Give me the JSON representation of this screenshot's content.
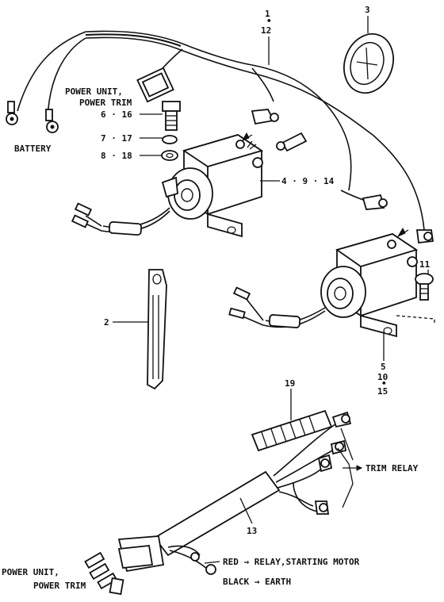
{
  "labels": {
    "power_unit_top": [
      "POWER UNIT,",
      "POWER TRIM"
    ],
    "battery": "BATTERY",
    "trim_relay": "TRIM RELAY",
    "red_wire": "RED → RELAY,STARTING MOTOR",
    "black_wire": "BLACK → EARTH",
    "power_unit_bottom": [
      "POWER UNIT,",
      "POWER TRIM"
    ]
  },
  "callouts": {
    "c1": [
      "1",
      "•",
      "12"
    ],
    "c2": "2",
    "c3": "3",
    "c6": "6 · 16",
    "c7": "7 · 17",
    "c8": "8 · 18",
    "c4": "4 · 9 · 14",
    "c11": "11",
    "c5": [
      "5",
      "10",
      "•",
      "15"
    ],
    "c19": "19",
    "c13": "13"
  }
}
